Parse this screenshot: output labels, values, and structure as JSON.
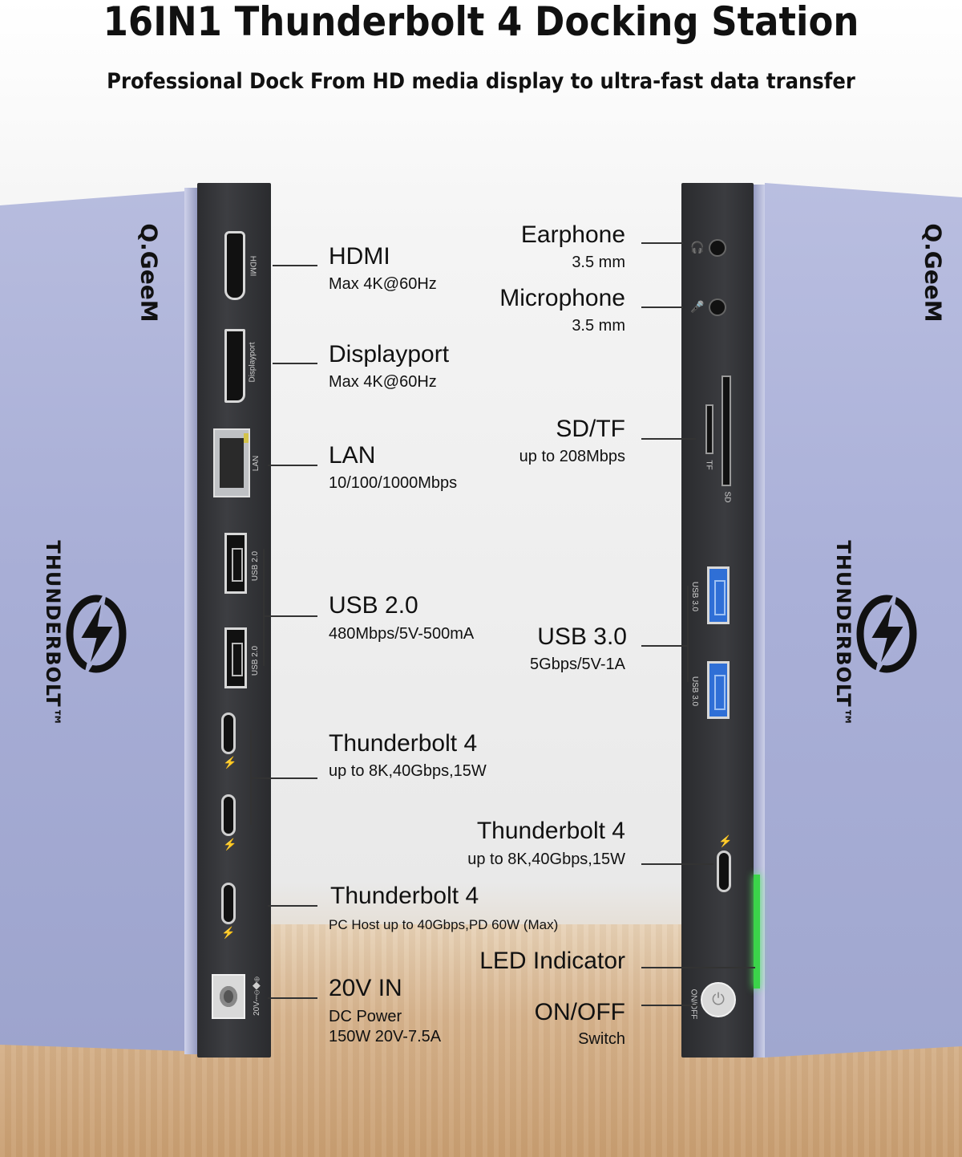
{
  "header": {
    "title": "16IN1 Thunderbolt 4 Docking Station",
    "subtitle": "Professional Dock From HD media display to ultra-fast data transfer"
  },
  "brand": {
    "name": "Q.GeeM",
    "thunderbolt_word": "THUNDERBOLT™"
  },
  "port_markings": {
    "hdmi": "HDMI",
    "displayport": "Displayport",
    "lan": "LAN",
    "usb2": "USB 2.0",
    "usb3": "USB 3.0",
    "dc": "20V⎓⊖◆⊕",
    "tf": "TF",
    "sd": "SD",
    "onoff": "ON/OFF"
  },
  "left_callouts": [
    {
      "title": "HDMI",
      "detail": "Max 4K@60Hz"
    },
    {
      "title": "Displayport",
      "detail": "Max 4K@60Hz"
    },
    {
      "title": "LAN",
      "detail": "10/100/1000Mbps"
    },
    {
      "title": "USB 2.0",
      "detail": "480Mbps/5V-500mA"
    },
    {
      "title": "Thunderbolt 4",
      "detail": "up to 8K,40Gbps,15W"
    },
    {
      "title": "Thunderbolt 4",
      "detail": "PC Host up to 40Gbps,PD 60W (Max)"
    },
    {
      "title": "20V IN",
      "detail": "DC Power",
      "detail2": "150W 20V-7.5A"
    }
  ],
  "right_callouts": [
    {
      "title": "Earphone",
      "detail": "3.5 mm"
    },
    {
      "title": "Microphone",
      "detail": "3.5 mm"
    },
    {
      "title": "SD/TF",
      "detail": "up to 208Mbps"
    },
    {
      "title": "USB 3.0",
      "detail": "5Gbps/5V-1A"
    },
    {
      "title": "Thunderbolt 4",
      "detail": "up to 8K,40Gbps,15W"
    },
    {
      "title": "LED Indicator"
    },
    {
      "title": "ON/OFF",
      "detail": "Switch"
    }
  ],
  "colors": {
    "led": "#3bd44a",
    "usb3_blue": "#2f6fd6",
    "shell": "#aab0d8",
    "panel": "#333438"
  },
  "icons": {
    "thunderbolt_logo": "lightning-bolt-in-circle",
    "earphone": "headphone-icon",
    "microphone": "microphone-icon",
    "power": "power-icon"
  }
}
